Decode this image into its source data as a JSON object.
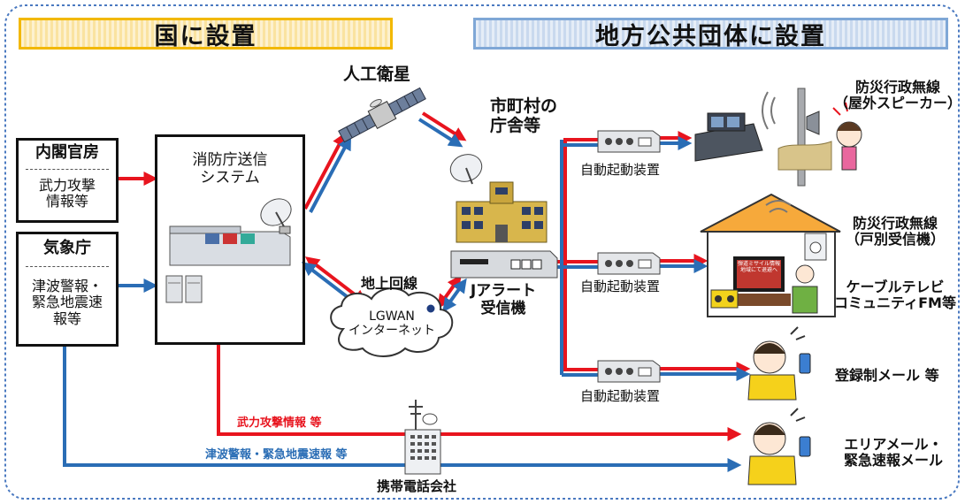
{
  "colors": {
    "red_line": "#e8141e",
    "blue_line": "#2a6db5",
    "header_left_border": "#f2b800",
    "header_right_border": "#7fa7d6",
    "frame": "#4a79c0"
  },
  "headers": {
    "national": "国に設置",
    "local": "地方公共団体に設置"
  },
  "sources": {
    "cabinet": {
      "title": "内閣官房",
      "body": "武力攻撃\n情報等"
    },
    "jma": {
      "title": "気象庁",
      "body": "津波警報・\n緊急地震速\n報等"
    }
  },
  "fdma_system": "消防庁送信\nシステム",
  "satellite_label": "人工衛星",
  "municipal_office": "市町村の\n庁舎等",
  "ground_line_label": "地上回線",
  "lgwan_label": "LGWAN\nインターネット",
  "jalert_receiver": "Jアラート\n受信機",
  "auto_start_devices": [
    "自動起動装置",
    "自動起動装置",
    "自動起動装置"
  ],
  "outputs": {
    "outdoor": "防災行政無線\n（屋外スピーカー）",
    "household": "防災行政無線\n（戸別受信機）",
    "cable": "ケーブルテレビ\nコミュニティFM等",
    "email": "登録制メール 等",
    "area_mail": "エリアメール・\n緊急速報メール"
  },
  "bottom_lines": {
    "armed_attack": "武力攻撃情報 等",
    "tsunami": "津波警報・緊急地震速報 等"
  },
  "carrier": "携帯電話会社",
  "tv_screen_text": "弾道ミサイル情報\n地域にて退避へ"
}
